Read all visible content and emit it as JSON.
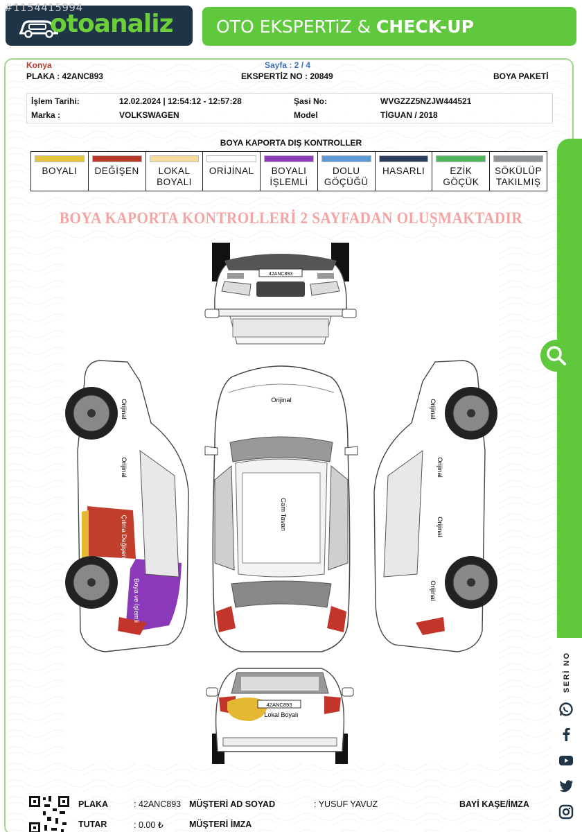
{
  "watermark_id": "#1154415994",
  "brand": {
    "logo": "otoanaliz",
    "title_light": "OTO EKSPERTiZ & ",
    "title_bold": "CHECK-UP",
    "logo_icon": "car-icon"
  },
  "header": {
    "city": "Konya",
    "page": "Sayfa : 2 / 4",
    "plate_label": "PLAKA : 42ANC893",
    "report_no": "EKSPERTİZ NO : 20849",
    "package": "BOYA PAKETİ"
  },
  "info": {
    "date_label": "İşlem Tarihi:",
    "date_value": "12.02.2024 | 12:54:12 - 12:57:28",
    "brand_label": "Marka :",
    "brand_value": "VOLKSWAGEN",
    "chassis_label": "Şasi No:",
    "chassis_value": "WVGZZZ5NZJW444521",
    "model_label": "Model",
    "model_value": "TİGUAN / 2018"
  },
  "legend": {
    "title": "BOYA KAPORTA DIŞ KONTROLLER",
    "items": [
      {
        "l1": "BOYALI",
        "l2": "",
        "color": "#e6c63c"
      },
      {
        "l1": "DEĞİŞEN",
        "l2": "",
        "color": "#b9382a"
      },
      {
        "l1": "LOKAL",
        "l2": "BOYALI",
        "color": "#f5dc9c"
      },
      {
        "l1": "ORİJİNAL",
        "l2": "",
        "color": "#ffffff"
      },
      {
        "l1": "BOYALI",
        "l2": "İŞLEMLİ",
        "color": "#8e3dbb"
      },
      {
        "l1": "DOLU",
        "l2": "GÖÇÜĞÜ",
        "color": "#5d9ad6"
      },
      {
        "l1": "HASARLI",
        "l2": "",
        "color": "#2b3f5c"
      },
      {
        "l1": "EZİK",
        "l2": "GÖÇÜK",
        "color": "#4fb55a"
      },
      {
        "l1": "SÖKÜLÜP",
        "l2": "TAKILMIŞ",
        "color": "#8f9498"
      }
    ]
  },
  "warning": "BOYA KAPORTA KONTROLLERİ 2 SAYFADAN OLUŞMAKTADIR",
  "diagram": {
    "front_plate": "42ANC893",
    "rear_plate": "42ANC893",
    "top_hood": "Orijinal",
    "top_roof": "Cam Tavan",
    "left_front_fender": "Orijinal",
    "left_front_door": "Orijinal",
    "left_rear_door": "Çıtma Değişen",
    "left_rear_fender": "Boya ve İşlemli",
    "right_front_fender": "Orijinal",
    "right_front_door": "Orijinal",
    "right_rear_door": "Orijinal",
    "right_rear_fender": "Orijinal",
    "rear_label": "Lokal Boyalı"
  },
  "side": {
    "seri": "SERİ NO",
    "icons": [
      "search-icon",
      "whatsapp-icon",
      "facebook-icon",
      "youtube-icon",
      "twitter-icon",
      "instagram-icon"
    ]
  },
  "footer": {
    "plate_label": "PLAKA",
    "plate_value": ": 42ANC893",
    "amount_label": "TUTAR",
    "amount_value": ": 0.00 ₺",
    "customer_label": "MÜŞTERİ AD SOYAD",
    "customer_value": ": YUSUF YAVUZ",
    "signature_label": "MÜŞTERİ İMZA",
    "dealer_label": "BAYİ KAŞE/İMZA"
  }
}
